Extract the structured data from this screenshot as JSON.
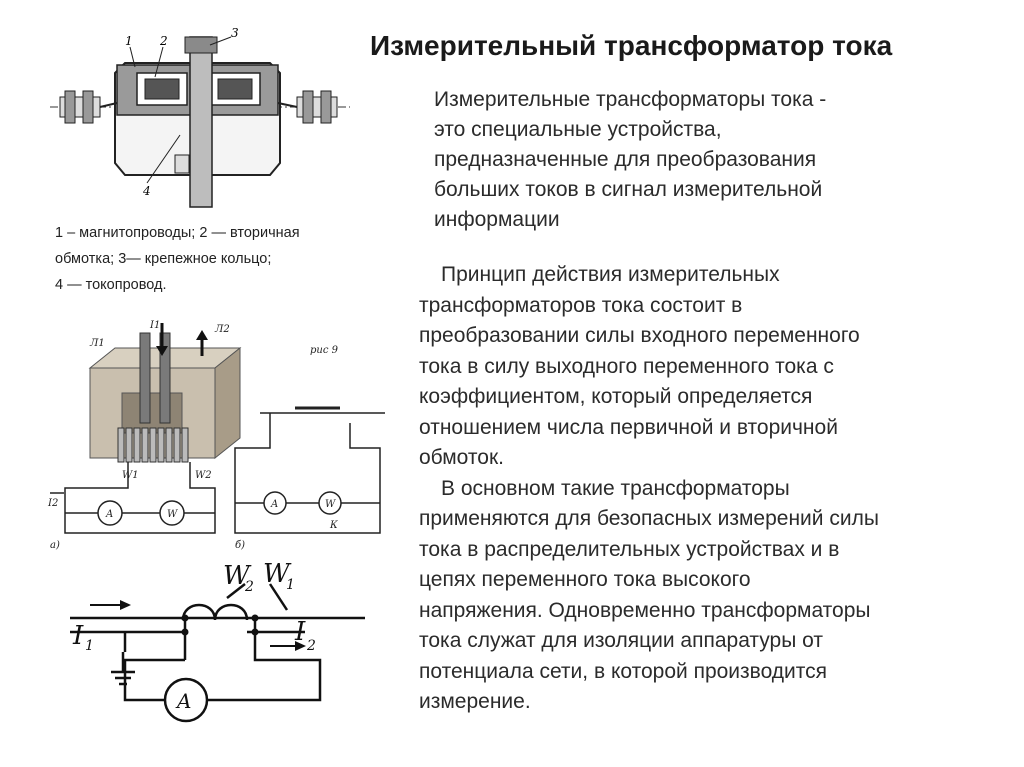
{
  "title": "Измерительный трансформатор тока",
  "intro": [
    "Измерительные трансформаторы тока -",
    "это специальные устройства,",
    "предназначенные для преобразования",
    "больших токов в сигнал измерительной",
    "информации"
  ],
  "body": [
    "Принцип действия измерительных",
    "трансформаторов тока состоит в",
    "преобразовании силы входного переменного",
    "тока в силу выходного переменного тока с",
    "коэффициентом, который определяется",
    "отношением числа первичной и вторичной",
    "обмоток.",
    "В основном такие трансформаторы",
    "применяются для безопасных измерений силы",
    "тока в распределительных устройствах и в",
    "цепях переменного тока высокого",
    "напряжения. Одновременно трансформаторы",
    "тока служат для изоляции аппаратуры от",
    "потенциала сети, в которой производится",
    "измерение."
  ],
  "caption": [
    "1 – магнитопроводы; 2 — вторичная",
    "обмотка; 3— крепежное кольцо;",
    "4 — токопровод."
  ],
  "figure1": {
    "labels": [
      "1",
      "2",
      "3",
      "4"
    ]
  },
  "figure2": {
    "labels": {
      "i1": "I1",
      "i2": "I2",
      "l1": "Л1",
      "l2": "Л2",
      "w1": "W1",
      "w2": "W2",
      "ammeter": "A",
      "wattmeter": "W",
      "k": "К",
      "a": "а)",
      "b": "б)",
      "ris": "рис 9"
    }
  },
  "figure3": {
    "labels": {
      "w2": "W",
      "w2_sub": "2",
      "w1": "W",
      "w1_sub": "1",
      "i1": "I",
      "i1_sub": "1",
      "i2": "I",
      "i2_sub": "2",
      "ammeter": "A"
    }
  },
  "colors": {
    "text": "#2b2b2b",
    "title": "#1a1a1a",
    "line": "#1a1a1a",
    "core": "#c9bfae",
    "core_dark": "#8e8474"
  }
}
